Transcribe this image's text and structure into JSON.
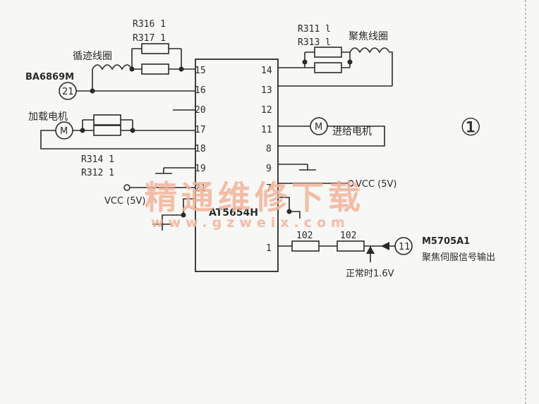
{
  "ic": {
    "name": "AT5654H",
    "pins_left": [
      "15",
      "16",
      "20",
      "17",
      "18",
      "19",
      "21"
    ],
    "pins_right": [
      "14",
      "13",
      "12",
      "11",
      "8",
      "9",
      "7",
      "1"
    ]
  },
  "labels": {
    "r316": "R316 1",
    "r317": "R317 1",
    "tracking_coil": "循迹线圈",
    "ba6869m": "BA6869M",
    "pin21_circle": "21",
    "loading_motor": "加载电机",
    "motor_left": "M",
    "r314": "R314 1",
    "r312": "R312 1",
    "vcc_left": "VCC (5V)",
    "r311": "R311 l",
    "r313": "R313 l",
    "focus_coil": "聚焦线圈",
    "motor_right": "M",
    "feed_motor": "进给电机",
    "vcc_right": "VCC (5V)",
    "res_a": "102",
    "res_b": "102",
    "pin11_circle": "11",
    "m5705a1": "M5705A1",
    "focus_servo": "聚焦伺服信号输出",
    "normal_voltage": "正常时1.6V",
    "figure_number": "①"
  },
  "watermark": {
    "line1": "精通维修下载",
    "line2": "www.gzweix.com"
  }
}
